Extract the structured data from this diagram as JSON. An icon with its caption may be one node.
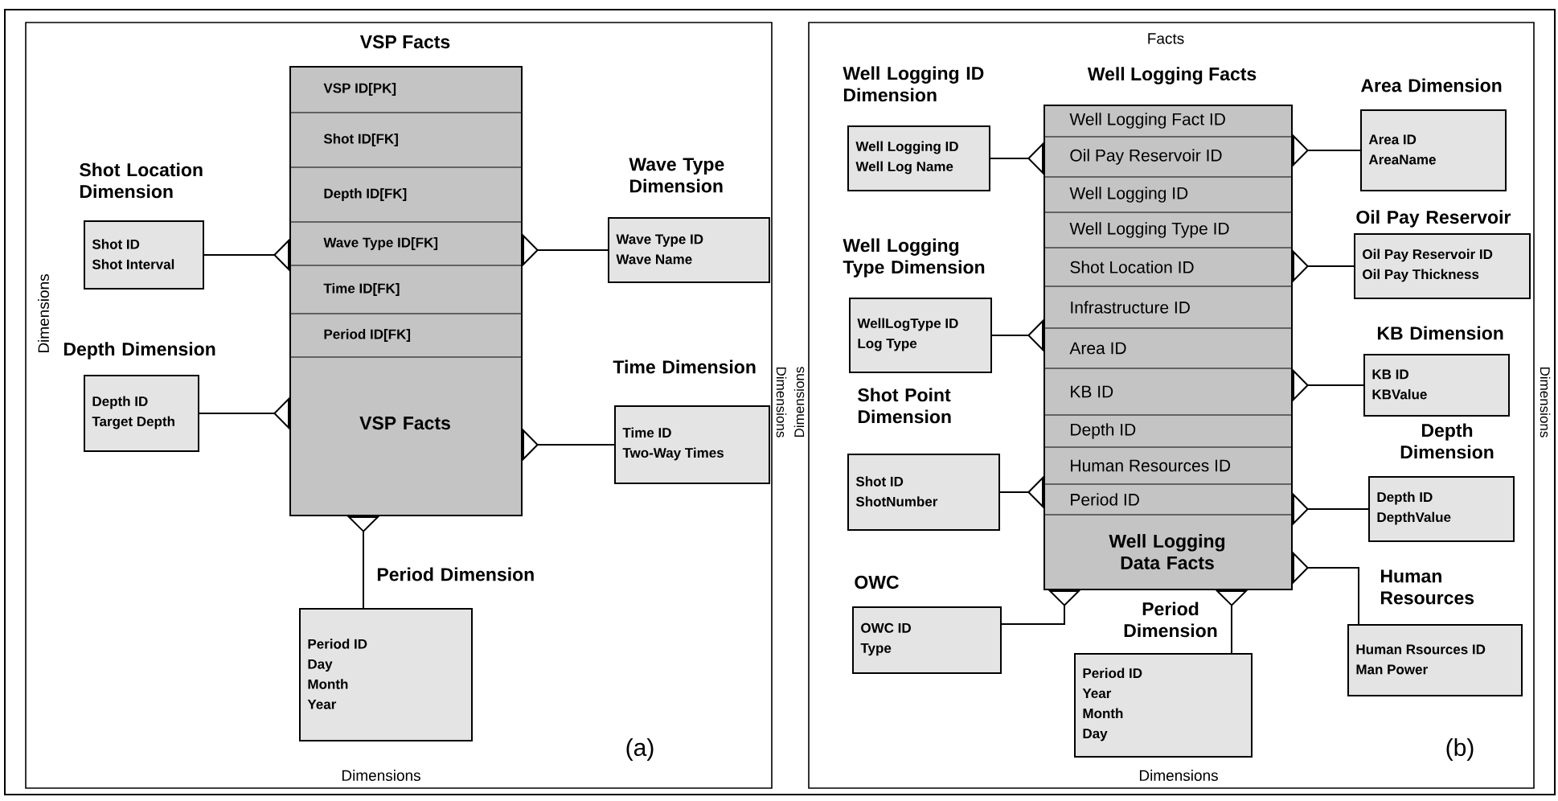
{
  "diagram": {
    "nodes": [
      {
        "text": [
          "VSP Facts",
          "VSP ID[PK]",
          "Shot ID[FK]",
          "Depth ID[FK]",
          "Wave Type ID[FK]",
          "Time ID[FK]",
          "Period ID[FK]",
          "VSP Facts"
        ]
      },
      {
        "text": [
          "Shot Location Dimension",
          "Shot ID",
          "Shot Interval"
        ]
      },
      {
        "text": [
          "Depth Dimension",
          "Depth ID",
          "Target Depth"
        ]
      },
      {
        "text": [
          "Wave Type Dimension",
          "Wave Type ID",
          "Wave Name"
        ]
      },
      {
        "text": [
          "Time Dimension",
          "Time ID",
          "Two-Way Times"
        ]
      },
      {
        "text": [
          "Period Dimension",
          "Period ID",
          "Day",
          "Month",
          "Year"
        ]
      },
      {
        "text": [
          "Well Logging Facts",
          "Well Logging Fact ID",
          "Oil Pay Reservoir ID",
          "Well Logging ID",
          "Well Logging Type ID",
          "Shot Location ID",
          "Infrastructure ID",
          "Area ID",
          "KB ID",
          "Depth ID",
          "Human Resources ID",
          "Period ID",
          "Well Logging Data Facts"
        ]
      },
      {
        "text": [
          "Well Logging ID Dimension",
          "Well Logging ID",
          "Well Log Name"
        ]
      },
      {
        "text": [
          "Area Dimension",
          "Area ID",
          "AreaName"
        ]
      },
      {
        "text": [
          "Oil Pay Reservoir",
          "Oil Pay Reservoir ID",
          "Oil Pay Thickness"
        ]
      },
      {
        "text": [
          "Well Logging Type Dimension",
          "WellLogType ID",
          "Log Type"
        ]
      },
      {
        "text": [
          "KB Dimension",
          "KB ID",
          "KBValue"
        ]
      },
      {
        "text": [
          "Shot Point Dimension",
          "Shot ID",
          "ShotNumber"
        ]
      },
      {
        "text": [
          "Depth Dimension",
          "Depth ID",
          "DepthValue"
        ]
      },
      {
        "text": [
          "OWC",
          "OWC ID",
          "Type"
        ]
      },
      {
        "text": [
          "Period Dimension",
          "Period ID",
          "Year",
          "Month",
          "Day"
        ]
      },
      {
        "text": [
          "Human Resources",
          "Human Rsources ID",
          "Man Power"
        ]
      }
    ],
    "edges": [
      {
        "from": 1,
        "to": 0,
        "arrow": "other"
      },
      {
        "from": 2,
        "to": 0,
        "arrow": "other"
      },
      {
        "from": 3,
        "to": 0,
        "arrow": "other"
      },
      {
        "from": 4,
        "to": 0,
        "arrow": "other"
      },
      {
        "from": 5,
        "to": 0,
        "arrow": "other"
      },
      {
        "from": 7,
        "to": 6,
        "arrow": "other"
      },
      {
        "from": 8,
        "to": 6,
        "arrow": "other"
      },
      {
        "from": 9,
        "to": 6,
        "arrow": "other"
      },
      {
        "from": 10,
        "to": 6,
        "arrow": "other"
      },
      {
        "from": 11,
        "to": 6,
        "arrow": "other"
      },
      {
        "from": 12,
        "to": 6,
        "arrow": "other"
      },
      {
        "from": 13,
        "to": 6,
        "arrow": "other"
      },
      {
        "from": 14,
        "to": 6,
        "arrow": "other"
      },
      {
        "from": 15,
        "to": 6,
        "arrow": "other"
      },
      {
        "from": 16,
        "to": 6,
        "arrow": "other"
      }
    ],
    "labels": [
      "Dimensions",
      "Dimensions",
      "(a)",
      "Facts",
      "Dimensions",
      "Dimensions",
      "Dimensions",
      "Dimensions",
      "(b)"
    ]
  }
}
